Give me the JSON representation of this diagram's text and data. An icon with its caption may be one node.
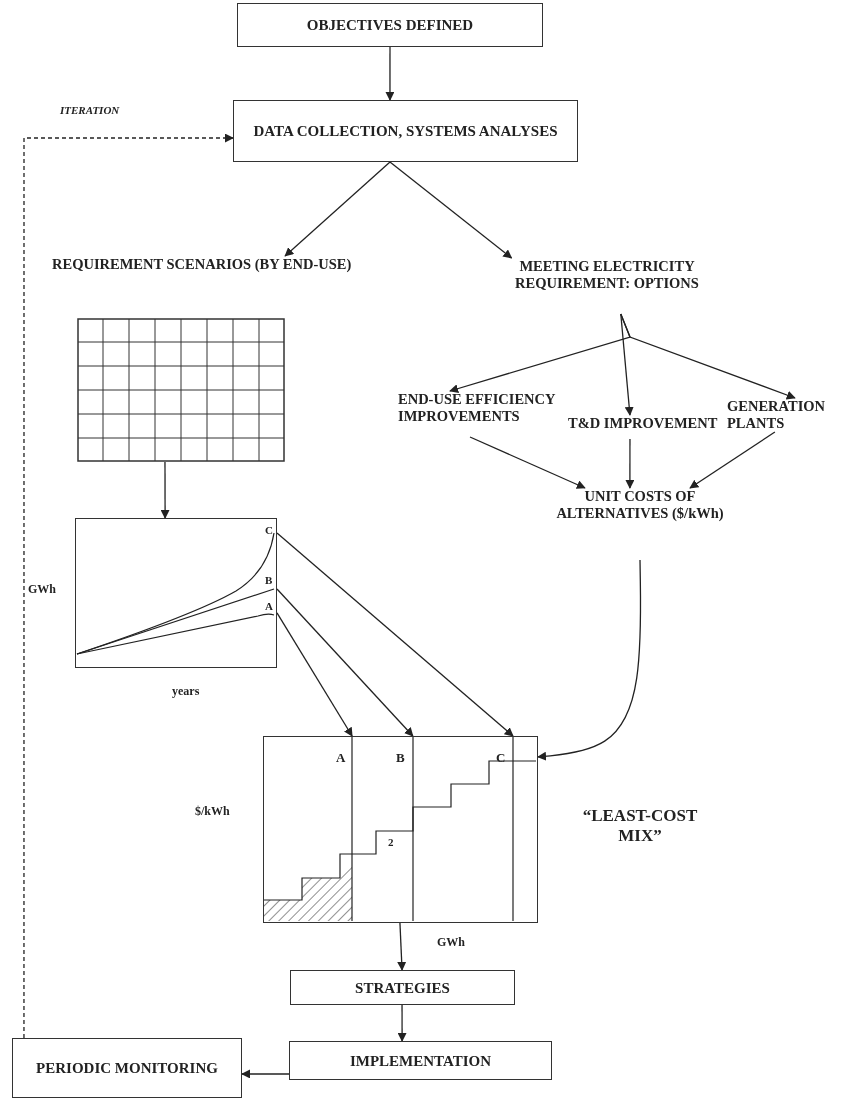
{
  "diagram": {
    "nodes": [
      {
        "text": [
          "OBJECTIVES DEFINED"
        ]
      },
      {
        "text": [
          "DATA COLLECTION, SYSTEMS ANALYSES"
        ]
      },
      {
        "text": [
          "REQUIREMENT SCENARIOS (BY END-USE)"
        ]
      },
      {
        "text": [
          "MEETING ELECTRICITY REQUIREMENT: OPTIONS"
        ]
      },
      {
        "text": [],
        "shape": "picture"
      },
      {
        "text": [
          "END-USE EFFICIENCY IMPROVEMENTS"
        ]
      },
      {
        "text": [
          "T&D IMPROVEMENT"
        ]
      },
      {
        "text": [
          "GENERATION PLANTS"
        ]
      },
      {
        "text": [
          "UNIT COSTS OF ALTERNATIVES ($/kWh)"
        ]
      },
      {
        "text": [
          "C",
          "B",
          "A"
        ],
        "beside": [
          "GWh",
          "years"
        ]
      },
      {
        "text": [
          "A",
          "B",
          "C",
          "2"
        ],
        "beside": [
          "$/kWh",
          "GWh",
          "“LEAST-COST MIX”"
        ]
      },
      {
        "text": [
          "STRATEGIES"
        ]
      },
      {
        "text": [
          "IMPLEMENTATION"
        ]
      },
      {
        "text": [
          "PERIODIC MONITORING"
        ]
      }
    ],
    "edges": [
      {
        "from": 0,
        "to": 1,
        "arrow": "to"
      },
      {
        "from": 1,
        "to": 2,
        "arrow": "to"
      },
      {
        "from": 1,
        "to": 3,
        "arrow": "to"
      },
      {
        "from": 3,
        "to": 5,
        "arrow": "to"
      },
      {
        "from": 3,
        "to": 6,
        "arrow": "to"
      },
      {
        "from": 3,
        "to": 7,
        "arrow": "to"
      },
      {
        "from": 5,
        "to": 8,
        "arrow": "to"
      },
      {
        "from": 6,
        "to": 8,
        "arrow": "to"
      },
      {
        "from": 7,
        "to": 8,
        "arrow": "to"
      },
      {
        "from": 4,
        "to": 9,
        "arrow": "to"
      },
      {
        "from": 9,
        "to": 10,
        "arrow": "to"
      },
      {
        "from": 9,
        "to": 10,
        "arrow": "to"
      },
      {
        "from": 9,
        "to": 10,
        "arrow": "to"
      },
      {
        "from": 8,
        "to": 10,
        "arrow": "to"
      },
      {
        "from": 10,
        "to": 11,
        "arrow": "to"
      },
      {
        "from": 11,
        "to": 12,
        "arrow": "to"
      },
      {
        "from": 12,
        "to": 13,
        "arrow": "to"
      },
      {
        "from": 13,
        "to": 1,
        "arrow": "to",
        "style": "dashed",
        "label": "ITERATION"
      }
    ]
  }
}
